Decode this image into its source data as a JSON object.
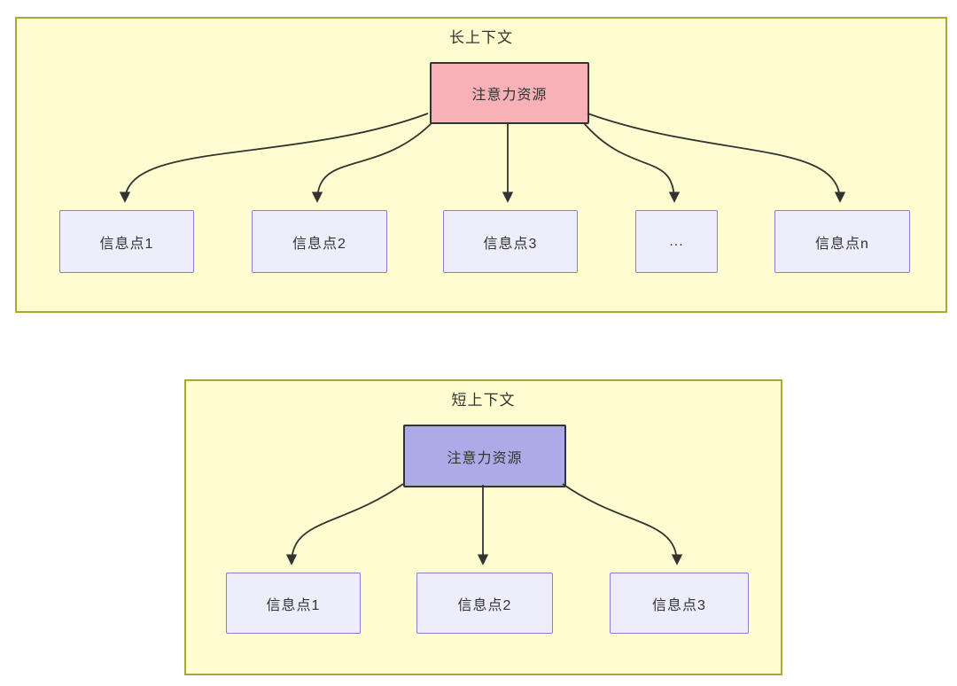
{
  "colors": {
    "page-bg": "#ffffff",
    "panel-fill": "#fdfdd0",
    "panel-border": "#a8a83a",
    "node-border": "#333333",
    "long-root-fill": "#f9b1b8",
    "short-root-fill": "#ababe8",
    "child-fill": "#ededfb",
    "child-border": "#9277db",
    "arrow": "#333333",
    "text": "#333333"
  },
  "diagram": {
    "long_context": {
      "title": "长上下文",
      "root": {
        "label": "注意力资源"
      },
      "children": [
        {
          "label": "信息点1"
        },
        {
          "label": "信息点2"
        },
        {
          "label": "信息点3"
        },
        {
          "label": "..."
        },
        {
          "label": "信息点n"
        }
      ]
    },
    "short_context": {
      "title": "短上下文",
      "root": {
        "label": "注意力资源"
      },
      "children": [
        {
          "label": "信息点1"
        },
        {
          "label": "信息点2"
        },
        {
          "label": "信息点3"
        }
      ]
    }
  }
}
